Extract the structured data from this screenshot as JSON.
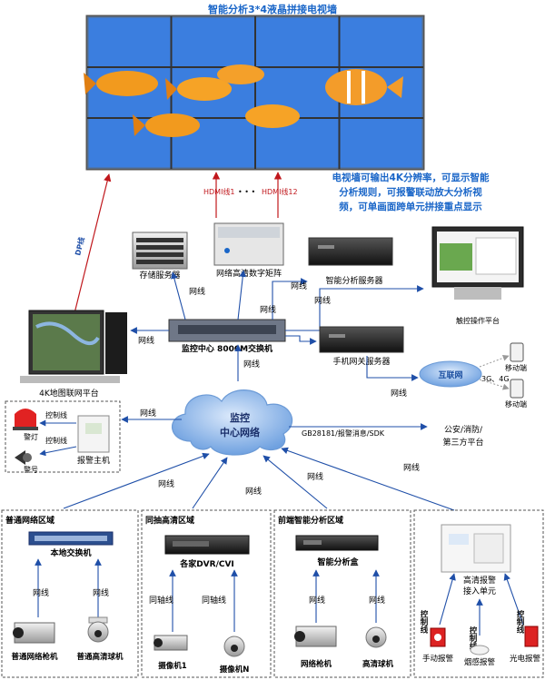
{
  "wall": {
    "title": "智能分析3*4液晶拼接电视墙"
  },
  "hdmi": {
    "first": "HDMI线1",
    "dots": "• • •",
    "last": "HDMI线12"
  },
  "note": {
    "line1": "电视墙可输出4K分辨率，可显示智能",
    "line2": "分析规则，可报警联动放大分析视",
    "line3": "频，可单画面跨单元拼接重点显示"
  },
  "devices": {
    "storage": "存储服务器",
    "matrix": "网络高清数字矩阵",
    "smart_server": "智能分析服务器",
    "touch_platform": "触控操作平台",
    "core_switch": "监控中心  8000M交换机",
    "gis_platform": "4K地图联网平台",
    "mobile_server": "手机网关服务器",
    "internet": "互联网",
    "g34": "3G、4G",
    "mobile1": "移动端",
    "mobile2": "移动端",
    "cloud_line1": "监控",
    "cloud_line2": "中心网络",
    "alarm_host": "报警主机",
    "warn_light": "警灯",
    "warn_sound": "警号",
    "public_safety_1": "公安/消防/",
    "public_safety_2": "第三方平台"
  },
  "links": {
    "dp": "DP线",
    "net": "网线",
    "ctrl": "控制线",
    "coax": "同轴线",
    "gb": "GB28181/报警消息/SDK"
  },
  "zones": {
    "normal": {
      "title": "普通网络区域",
      "switch": "本地交换机",
      "cam1": "普通网络枪机",
      "cam2": "普通高清球机"
    },
    "coax": {
      "title": "同抽高清区域",
      "dvr": "各家DVR/CVI",
      "cam1": "摄像机1",
      "cam2": "摄像机N"
    },
    "smart": {
      "title": "前端智能分析区域",
      "box": "智能分析盒",
      "cam1": "网络枪机",
      "cam2": "高清球机"
    },
    "alarm": {
      "unit1": "高清报警",
      "unit2": "接入单元",
      "s1": "手动报警",
      "s2": "烟感报警",
      "s3": "光电报警"
    }
  },
  "colors": {
    "wall": "#2b6fd6",
    "link": "#1f4fa8",
    "note": "#1a66c8",
    "hdmi": "#c0171c"
  }
}
